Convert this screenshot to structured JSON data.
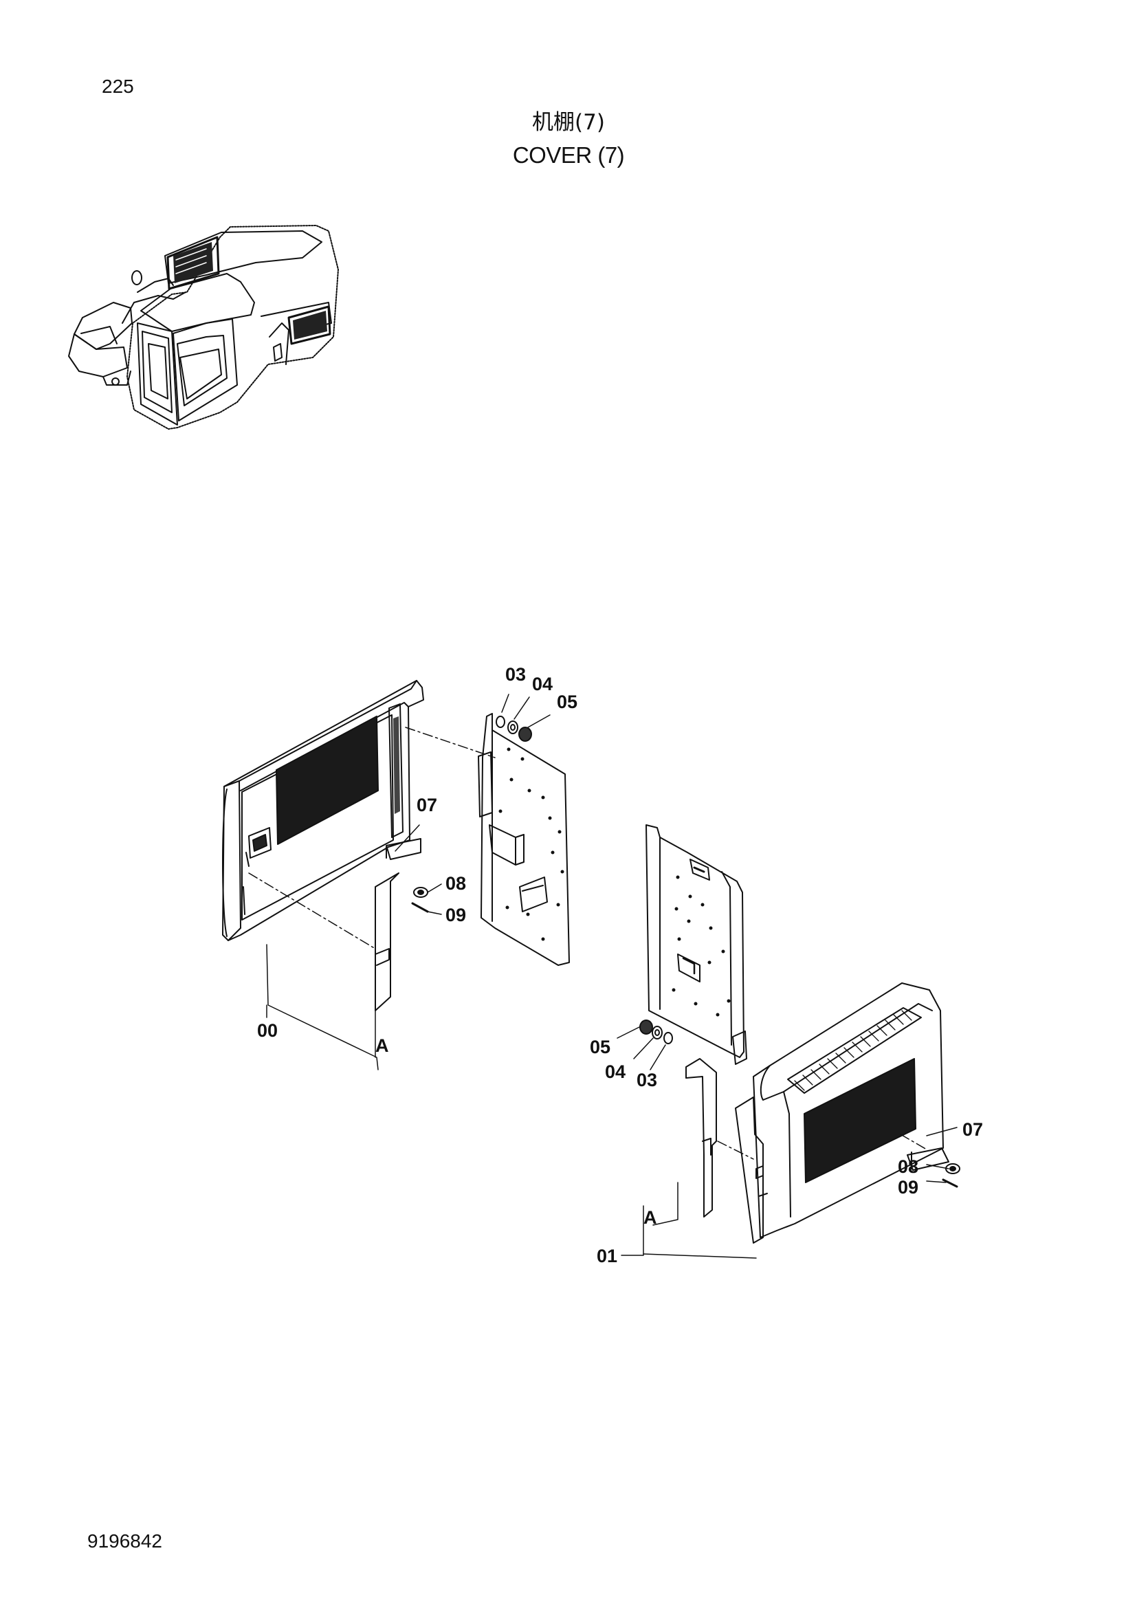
{
  "page": {
    "number": "225",
    "doc_number": "9196842"
  },
  "title": {
    "cn": "机棚(7)",
    "en": "COVER (7)"
  },
  "callouts": {
    "l03": "03",
    "l04": "04",
    "l05": "05",
    "l07": "07",
    "l08": "08",
    "l09": "09",
    "l00": "00",
    "lA": "A",
    "r05": "05",
    "r04": "04",
    "r03": "03",
    "r07": "07",
    "r08": "08",
    "r09": "09",
    "r01": "01",
    "rA": "A"
  }
}
